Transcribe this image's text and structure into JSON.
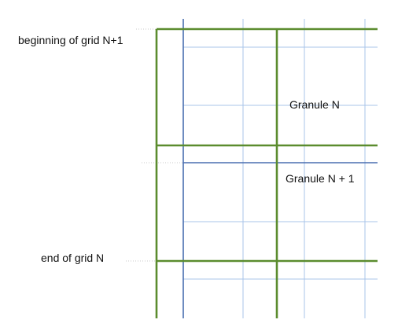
{
  "labels": {
    "beginning_of_grid": "beginning of grid N+1",
    "end_of_grid": "end of grid N",
    "granule_n": "Granule N",
    "granule_n_plus_1": "Granule N + 1"
  },
  "colors": {
    "background": "#ffffff",
    "grid_n_plus_1": "#5b8c2e",
    "granule_major": "#4a6fb0",
    "granule_minor": "#a9c4ea",
    "guide": "#c8c8c8"
  }
}
